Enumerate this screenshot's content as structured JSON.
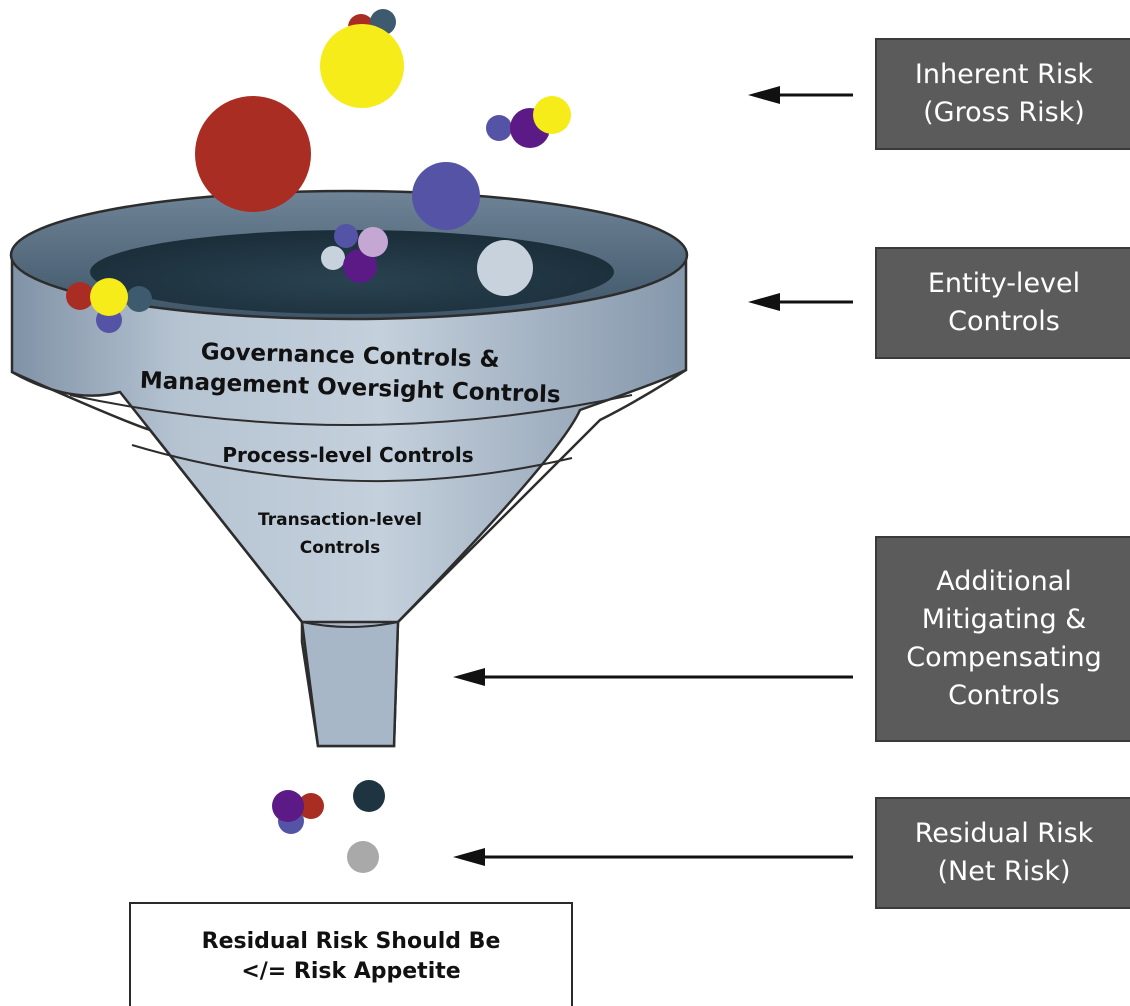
{
  "funnel": {
    "tier_governance": [
      "Governance Controls &",
      "Management Oversight Controls"
    ],
    "tier_process": "Process-level Controls",
    "tier_transaction": [
      "Transaction-level",
      "Controls"
    ]
  },
  "side_labels": {
    "inherent": [
      "Inherent Risk",
      "(Gross Risk)"
    ],
    "entity": [
      "Entity-level",
      "Controls"
    ],
    "additional": [
      "Additional",
      "Mitigating &",
      "Compensating",
      "Controls"
    ],
    "residual": [
      "Residual Risk",
      "(Net Risk)"
    ]
  },
  "appetite": [
    "Residual Risk Should Be",
    "</= Risk Appetite"
  ],
  "colors": {
    "funnel_fill": "#a9b8c8",
    "funnel_rim": "#4d6377",
    "funnel_inner": "#1f3441",
    "label_box": "#5b5b5b",
    "risk_red": "#a92d22",
    "risk_yellow": "#f6ec1a",
    "risk_blue": "#5553a6",
    "risk_purple": "#5b1a86",
    "risk_lavender": "#c4a7d3",
    "risk_slate": "#3e5a6e",
    "risk_pale": "#c7d2dd",
    "risk_gray": "#a9a9a9"
  }
}
